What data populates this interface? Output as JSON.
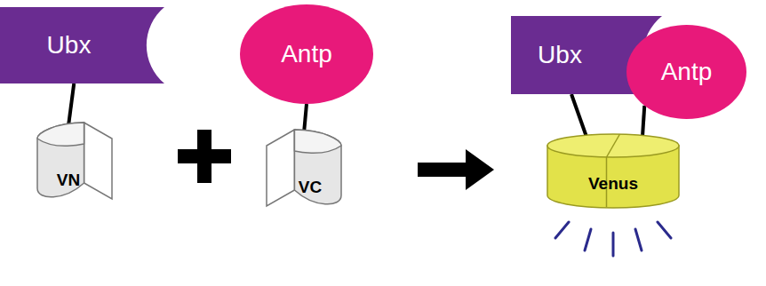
{
  "diagram": {
    "nodes": [
      {
        "text": [
          "Ubx"
        ]
      },
      {
        "text": [
          "VN"
        ]
      },
      {
        "text": [
          "Antp"
        ]
      },
      {
        "text": [
          "VC"
        ]
      },
      {
        "text": [
          "Ubx"
        ]
      },
      {
        "text": [
          "Antp"
        ]
      },
      {
        "text": [
          "Venus"
        ]
      }
    ],
    "edges": [
      {
        "from": 0,
        "to": 1,
        "arrow": "none"
      },
      {
        "from": 2,
        "to": 3,
        "arrow": "none"
      },
      {
        "from": 4,
        "to": 6,
        "arrow": "none"
      },
      {
        "from": 5,
        "to": 6,
        "arrow": "none"
      }
    ]
  }
}
